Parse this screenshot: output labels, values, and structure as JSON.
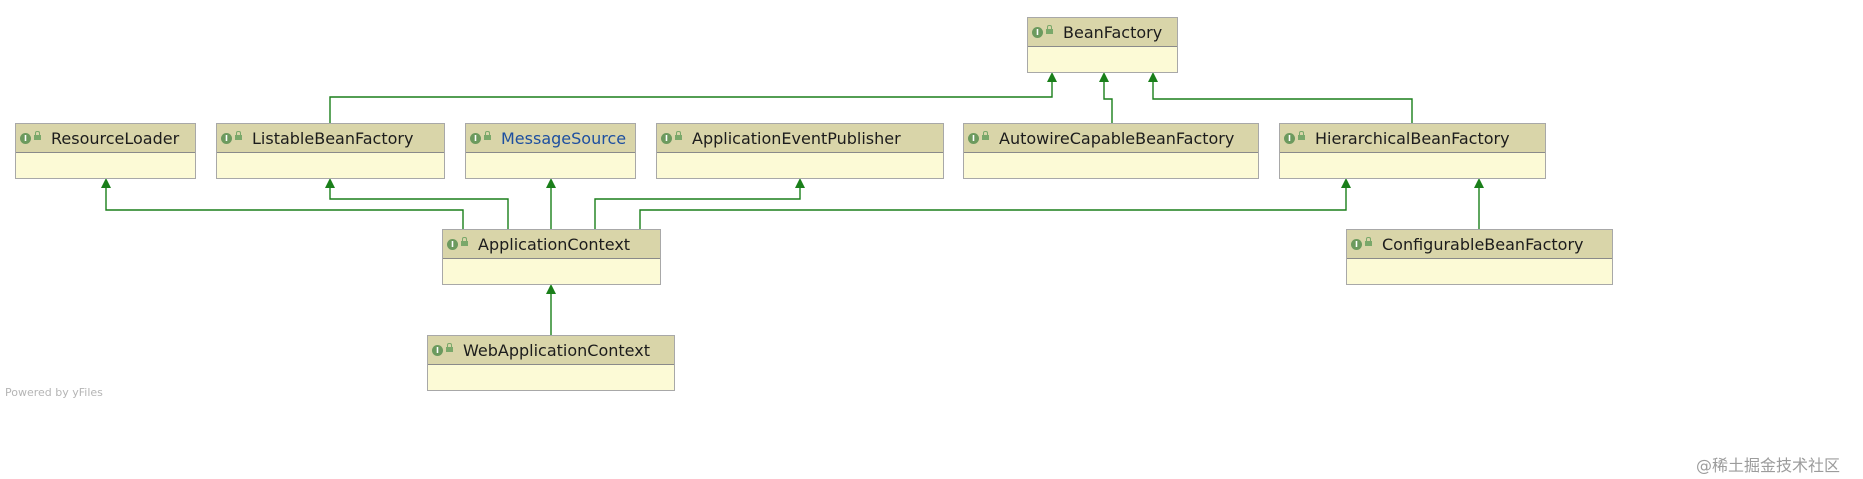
{
  "nodes": {
    "bean_factory": "BeanFactory",
    "resource_loader": "ResourceLoader",
    "listable_bean_factory": "ListableBeanFactory",
    "message_source": "MessageSource",
    "application_event_publisher": "ApplicationEventPublisher",
    "autowire_capable_bean_factory": "AutowireCapableBeanFactory",
    "hierarchical_bean_factory": "HierarchicalBeanFactory",
    "application_context": "ApplicationContext",
    "configurable_bean_factory": "ConfigurableBeanFactory",
    "web_application_context": "WebApplicationContext"
  },
  "interface_marker": "I",
  "edges": [
    {
      "from": "ListableBeanFactory",
      "to": "BeanFactory"
    },
    {
      "from": "AutowireCapableBeanFactory",
      "to": "BeanFactory"
    },
    {
      "from": "HierarchicalBeanFactory",
      "to": "BeanFactory"
    },
    {
      "from": "ApplicationContext",
      "to": "ResourceLoader"
    },
    {
      "from": "ApplicationContext",
      "to": "ListableBeanFactory"
    },
    {
      "from": "ApplicationContext",
      "to": "MessageSource"
    },
    {
      "from": "ApplicationContext",
      "to": "ApplicationEventPublisher"
    },
    {
      "from": "ApplicationContext",
      "to": "HierarchicalBeanFactory"
    },
    {
      "from": "ConfigurableBeanFactory",
      "to": "HierarchicalBeanFactory"
    },
    {
      "from": "WebApplicationContext",
      "to": "ApplicationContext"
    }
  ],
  "powered_by": "Powered by yFiles",
  "watermark": "@稀土掘金技术社区",
  "colors": {
    "edge": "#1a7f1a",
    "node_header": "#d9d5a9",
    "node_body": "#fcfad6",
    "link_text": "#1d4fa0"
  }
}
